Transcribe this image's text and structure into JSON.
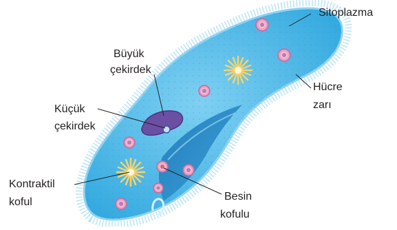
{
  "labels": {
    "sitoplazma": "Sitoplazma",
    "hucre_zari": [
      "Hücre",
      "zarı"
    ],
    "buyuk_cekirdek": [
      "Büyük",
      "çekirdek"
    ],
    "kucuk_cekirdek": [
      "Küçük",
      "çekirdek"
    ],
    "kontraktil_koful": [
      "Kontraktil",
      "koful"
    ],
    "besin_kofulu": [
      "Besin",
      "kofulu"
    ]
  },
  "colors": {
    "membrane": "#8fd3f1",
    "cytoplasm": "#4cb8e8",
    "oral_groove": "#1f86c6",
    "macronucleus": "#6a4fa3",
    "food_vacuole": "#e9a2c8",
    "contractile_vacuole": "#f6d36b",
    "leader_line": "#231f20",
    "text": "#231f20"
  }
}
